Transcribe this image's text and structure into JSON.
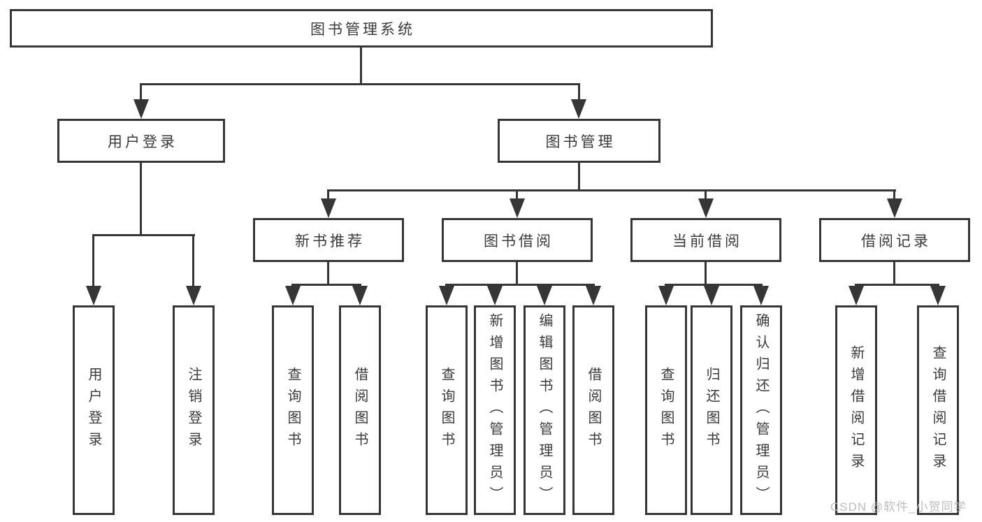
{
  "diagram_title": "图书管理系统",
  "tree": {
    "label": "图书管理系统",
    "children": [
      {
        "label": "用户登录",
        "children": [
          {
            "label": "用户登录"
          },
          {
            "label": "注销登录"
          }
        ]
      },
      {
        "label": "图书管理",
        "children": [
          {
            "label": "新书推荐",
            "children": [
              {
                "label": "查询图书"
              },
              {
                "label": "借阅图书"
              }
            ]
          },
          {
            "label": "图书借阅",
            "children": [
              {
                "label": "查询图书"
              },
              {
                "label": "新增图书（管理员）"
              },
              {
                "label": "编辑图书（管理员）"
              },
              {
                "label": "借阅图书"
              }
            ]
          },
          {
            "label": "当前借阅",
            "children": [
              {
                "label": "查询图书"
              },
              {
                "label": "归还图书"
              },
              {
                "label": "确认归还（管理员）"
              }
            ]
          },
          {
            "label": "借阅记录",
            "children": [
              {
                "label": "新增借阅记录"
              },
              {
                "label": "查询借阅记录"
              }
            ]
          }
        ]
      }
    ]
  },
  "watermark": {
    "text": "CSDN @软件_小贺同学"
  },
  "colors": {
    "line": "#363636",
    "box_border": "#363636",
    "text": "#3a3a3a",
    "watermark_text": "#bcbcbc",
    "background": "#ffffff"
  }
}
